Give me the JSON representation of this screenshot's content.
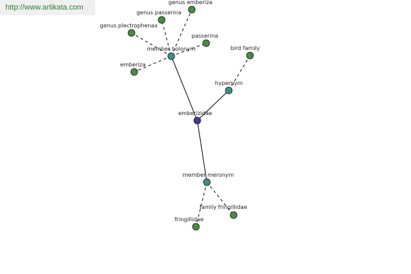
{
  "watermark": {
    "text": "http://www.artikata.com"
  },
  "colors": {
    "center": "#3d3d91",
    "relation": "#3e8e8a",
    "leaf": "#4a8b45"
  },
  "nodes": [
    {
      "id": "center",
      "label": "emberizidae",
      "kind": "center"
    },
    {
      "id": "holonym",
      "label": "member holonym",
      "kind": "relation"
    },
    {
      "id": "hypernym",
      "label": "hypernym",
      "kind": "relation"
    },
    {
      "id": "meronym",
      "label": "member meronym",
      "kind": "relation"
    },
    {
      "id": "genus_emberiza",
      "label": "genus emberiza",
      "kind": "leaf"
    },
    {
      "id": "genus_passerina",
      "label": "genus passerina",
      "kind": "leaf"
    },
    {
      "id": "genus_plectrophenax",
      "label": "genus plectrophenax",
      "kind": "leaf"
    },
    {
      "id": "passerina",
      "label": "passerina",
      "kind": "leaf"
    },
    {
      "id": "emberiza",
      "label": "emberiza",
      "kind": "leaf"
    },
    {
      "id": "bird_family",
      "label": "bird family",
      "kind": "leaf"
    },
    {
      "id": "family_fringillidae",
      "label": "family fringillidae",
      "kind": "leaf"
    },
    {
      "id": "fringillidae",
      "label": "fringillidae",
      "kind": "leaf"
    }
  ],
  "edges": [
    {
      "from": "center",
      "to": "holonym",
      "style": "solid"
    },
    {
      "from": "center",
      "to": "hypernym",
      "style": "solid"
    },
    {
      "from": "center",
      "to": "meronym",
      "style": "solid"
    },
    {
      "from": "holonym",
      "to": "genus_emberiza",
      "style": "dashed"
    },
    {
      "from": "holonym",
      "to": "genus_passerina",
      "style": "dashed"
    },
    {
      "from": "holonym",
      "to": "genus_plectrophenax",
      "style": "dashed"
    },
    {
      "from": "holonym",
      "to": "passerina",
      "style": "dashed"
    },
    {
      "from": "holonym",
      "to": "emberiza",
      "style": "dashed"
    },
    {
      "from": "hypernym",
      "to": "bird_family",
      "style": "dashed"
    },
    {
      "from": "meronym",
      "to": "family_fringillidae",
      "style": "dashed"
    },
    {
      "from": "meronym",
      "to": "fringillidae",
      "style": "dashed"
    }
  ]
}
